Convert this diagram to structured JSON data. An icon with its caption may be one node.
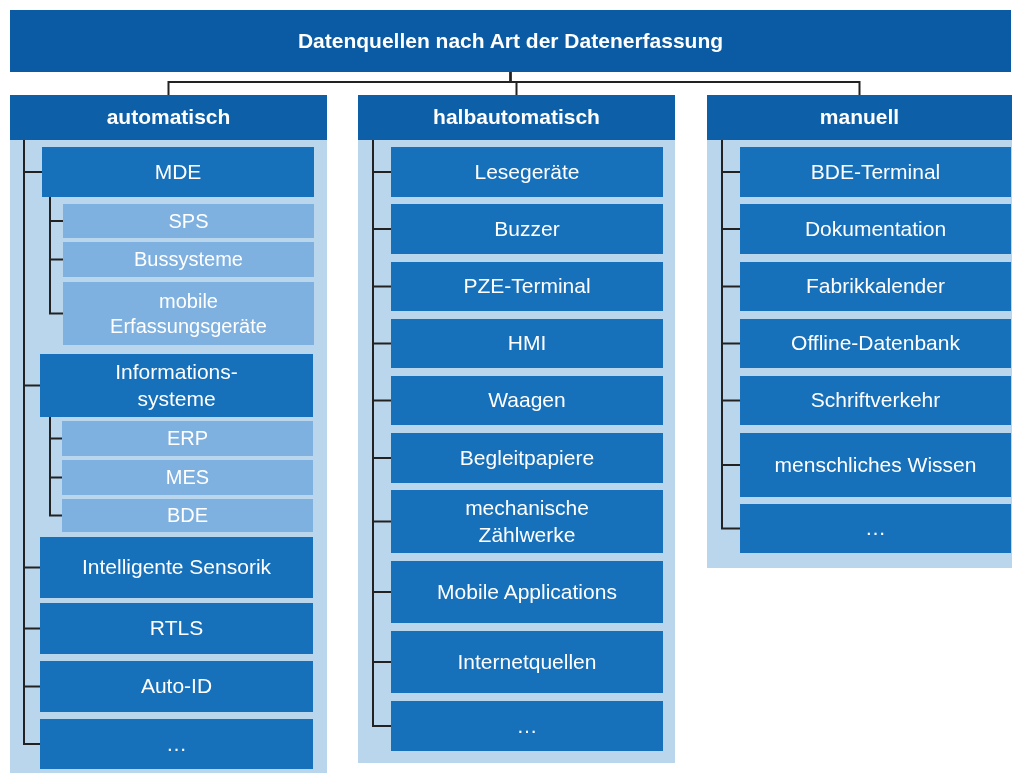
{
  "diagram": {
    "nodes": [
      {
        "text": [
          "Datenquellen nach Art der Datenerfassung"
        ]
      },
      {
        "text": [
          "automatisch"
        ]
      },
      {
        "text": [
          "MDE"
        ]
      },
      {
        "text": [
          "SPS"
        ]
      },
      {
        "text": [
          "Bussysteme"
        ]
      },
      {
        "text": [
          "mobile Erfassungsgeräte"
        ]
      },
      {
        "text": [
          "Informations- systeme"
        ]
      },
      {
        "text": [
          "ERP"
        ]
      },
      {
        "text": [
          "MES"
        ]
      },
      {
        "text": [
          "BDE"
        ]
      },
      {
        "text": [
          "Intelligente Sensorik"
        ]
      },
      {
        "text": [
          "RTLS"
        ]
      },
      {
        "text": [
          "Auto-ID"
        ]
      },
      {
        "text": [
          "…"
        ]
      },
      {
        "text": [
          "halbautomatisch"
        ]
      },
      {
        "text": [
          "Lesegeräte"
        ]
      },
      {
        "text": [
          "Buzzer"
        ]
      },
      {
        "text": [
          "PZE-Terminal"
        ]
      },
      {
        "text": [
          "HMI"
        ]
      },
      {
        "text": [
          "Waagen"
        ]
      },
      {
        "text": [
          "Begleitpapiere"
        ]
      },
      {
        "text": [
          "mechanische Zählwerke"
        ]
      },
      {
        "text": [
          "Mobile Applications"
        ]
      },
      {
        "text": [
          "Internetquellen"
        ]
      },
      {
        "text": [
          "…"
        ]
      },
      {
        "text": [
          "manuell"
        ]
      },
      {
        "text": [
          "BDE-Terminal"
        ]
      },
      {
        "text": [
          "Dokumentation"
        ]
      },
      {
        "text": [
          "Fabrikkalender"
        ]
      },
      {
        "text": [
          "Offline-Datenbank"
        ]
      },
      {
        "text": [
          "Schriftverkehr"
        ]
      },
      {
        "text": [
          "menschliches Wissen"
        ]
      },
      {
        "text": [
          "…"
        ]
      }
    ],
    "edges": [
      {
        "from": 0,
        "to": 1,
        "arrow": "none"
      },
      {
        "from": 0,
        "to": 14,
        "arrow": "none"
      },
      {
        "from": 0,
        "to": 25,
        "arrow": "none"
      },
      {
        "from": 1,
        "to": 2,
        "arrow": "none"
      },
      {
        "from": 2,
        "to": 3,
        "arrow": "none"
      },
      {
        "from": 2,
        "to": 4,
        "arrow": "none"
      },
      {
        "from": 2,
        "to": 5,
        "arrow": "none"
      },
      {
        "from": 1,
        "to": 6,
        "arrow": "none"
      },
      {
        "from": 6,
        "to": 7,
        "arrow": "none"
      },
      {
        "from": 6,
        "to": 8,
        "arrow": "none"
      },
      {
        "from": 6,
        "to": 9,
        "arrow": "none"
      },
      {
        "from": 1,
        "to": 10,
        "arrow": "none"
      },
      {
        "from": 1,
        "to": 11,
        "arrow": "none"
      },
      {
        "from": 1,
        "to": 12,
        "arrow": "none"
      },
      {
        "from": 1,
        "to": 13,
        "arrow": "none"
      },
      {
        "from": 14,
        "to": 15,
        "arrow": "none"
      },
      {
        "from": 14,
        "to": 16,
        "arrow": "none"
      },
      {
        "from": 14,
        "to": 17,
        "arrow": "none"
      },
      {
        "from": 14,
        "to": 18,
        "arrow": "none"
      },
      {
        "from": 14,
        "to": 19,
        "arrow": "none"
      },
      {
        "from": 14,
        "to": 20,
        "arrow": "none"
      },
      {
        "from": 14,
        "to": 21,
        "arrow": "none"
      },
      {
        "from": 14,
        "to": 22,
        "arrow": "none"
      },
      {
        "from": 14,
        "to": 23,
        "arrow": "none"
      },
      {
        "from": 14,
        "to": 24,
        "arrow": "none"
      },
      {
        "from": 25,
        "to": 26,
        "arrow": "none"
      },
      {
        "from": 25,
        "to": 27,
        "arrow": "none"
      },
      {
        "from": 25,
        "to": 28,
        "arrow": "none"
      },
      {
        "from": 25,
        "to": 29,
        "arrow": "none"
      },
      {
        "from": 25,
        "to": 30,
        "arrow": "none"
      },
      {
        "from": 25,
        "to": 31,
        "arrow": "none"
      },
      {
        "from": 25,
        "to": 32,
        "arrow": "none"
      }
    ]
  }
}
